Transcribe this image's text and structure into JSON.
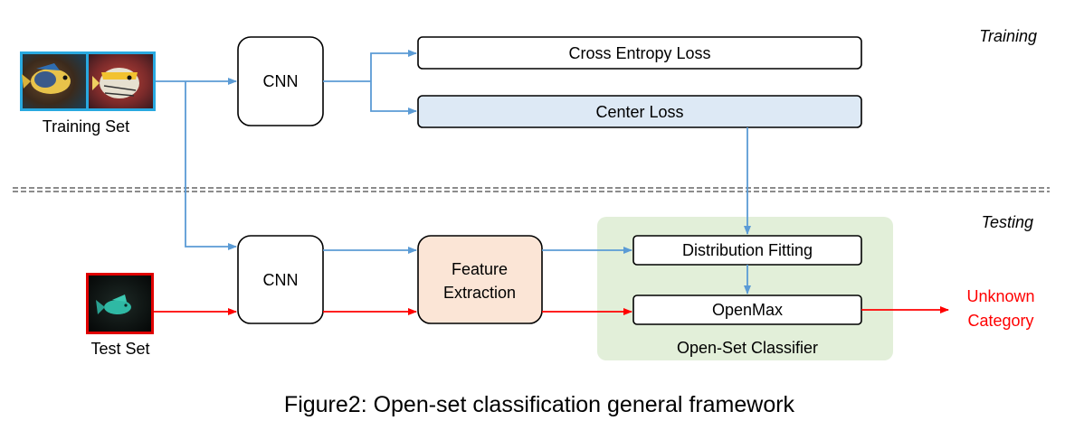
{
  "sections": {
    "training": "Training",
    "testing": "Testing"
  },
  "training_row": {
    "input_label": "Training Set",
    "cnn": "CNN",
    "cross_entropy": "Cross Entropy Loss",
    "center_loss": "Center Loss"
  },
  "testing_row": {
    "input_label": "Test Set",
    "cnn": "CNN",
    "feature_extraction_line1": "Feature",
    "feature_extraction_line2": "Extraction",
    "distribution_fitting": "Distribution Fitting",
    "openmax": "OpenMax",
    "classifier_label": "Open-Set Classifier",
    "output_line1": "Unknown",
    "output_line2": "Category"
  },
  "caption": "Figure2: Open-set classification general framework",
  "colors": {
    "blue_arrow": "#5b9bd5",
    "red_arrow": "#ff0000",
    "training_frame": "#29a9e0",
    "test_frame": "#e00000",
    "center_loss_fill": "#dde9f5",
    "feature_fill": "#fbe5d6",
    "classifier_fill": "#e2efd9"
  },
  "icons": [
    "fish-image-butterflyfish",
    "fish-image-angelfish",
    "fish-image-green-chromis"
  ]
}
